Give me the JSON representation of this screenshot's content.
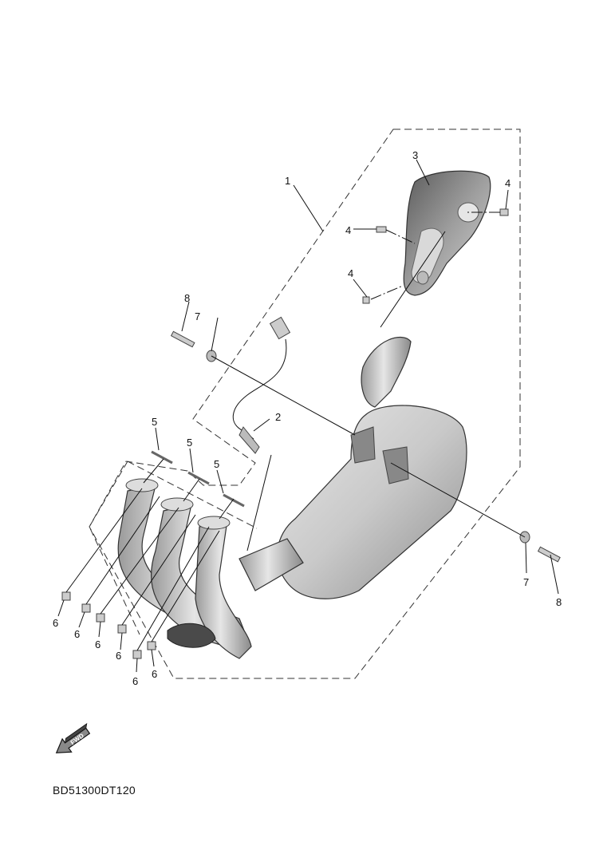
{
  "diagram": {
    "title_code": "BD51300DT120",
    "fwd_label": "FWD",
    "callouts": [
      {
        "id": "c1",
        "label": "1",
        "part": "muffler-assembly"
      },
      {
        "id": "c2",
        "label": "2",
        "part": "oxygen-sensor"
      },
      {
        "id": "c3",
        "label": "3",
        "part": "heat-protector"
      },
      {
        "id": "c4a",
        "label": "4",
        "part": "protector-screw"
      },
      {
        "id": "c4b",
        "label": "4",
        "part": "protector-screw"
      },
      {
        "id": "c4c",
        "label": "4",
        "part": "protector-screw"
      },
      {
        "id": "c5a",
        "label": "5",
        "part": "stud-bolt"
      },
      {
        "id": "c5b",
        "label": "5",
        "part": "stud-bolt"
      },
      {
        "id": "c5c",
        "label": "5",
        "part": "stud-bolt"
      },
      {
        "id": "c6a",
        "label": "6",
        "part": "nut"
      },
      {
        "id": "c6b",
        "label": "6",
        "part": "nut"
      },
      {
        "id": "c6c",
        "label": "6",
        "part": "nut"
      },
      {
        "id": "c6d",
        "label": "6",
        "part": "nut"
      },
      {
        "id": "c6e",
        "label": "6",
        "part": "nut"
      },
      {
        "id": "c6f",
        "label": "6",
        "part": "nut"
      },
      {
        "id": "c7a",
        "label": "7",
        "part": "washer"
      },
      {
        "id": "c7b",
        "label": "7",
        "part": "washer"
      },
      {
        "id": "c8a",
        "label": "8",
        "part": "bolt"
      },
      {
        "id": "c8b",
        "label": "8",
        "part": "bolt"
      }
    ]
  }
}
